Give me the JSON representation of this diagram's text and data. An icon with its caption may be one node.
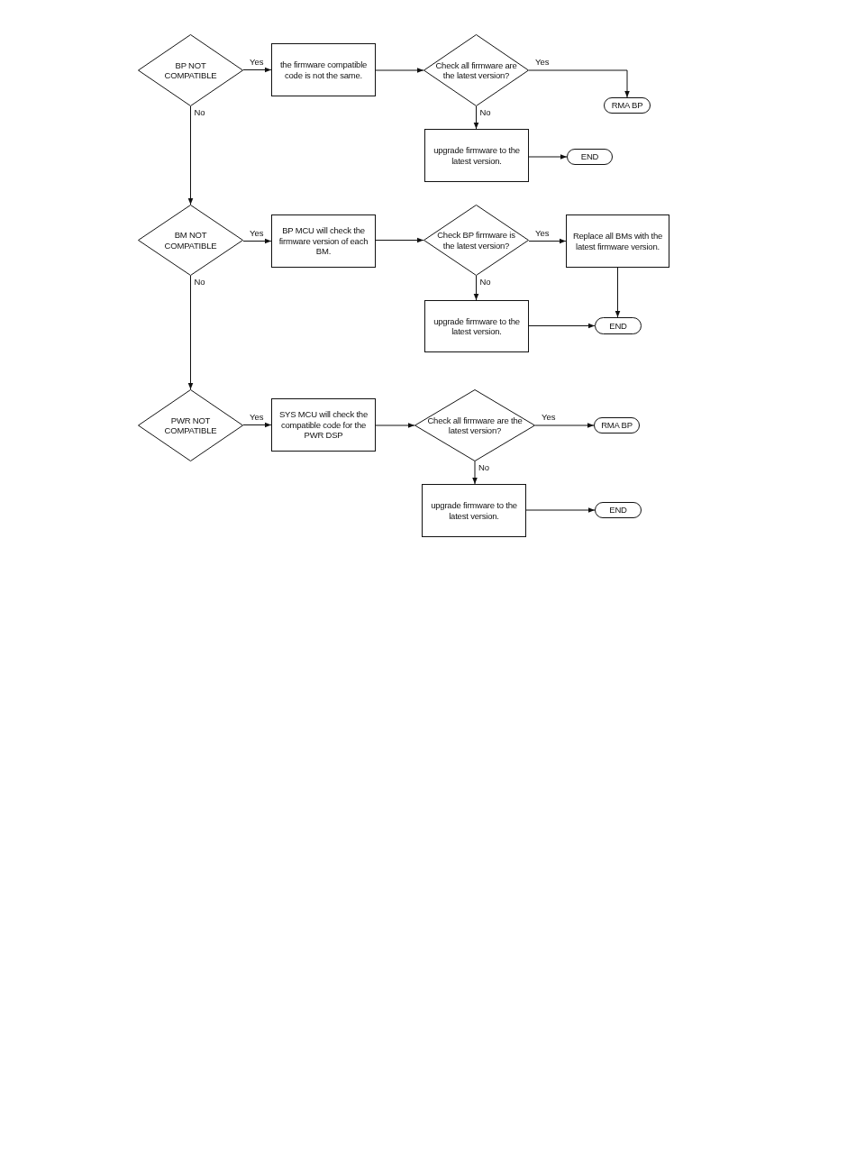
{
  "diagram": {
    "nodes": [
      {
        "text": [
          "BP NOT COMPATIBLE"
        ]
      },
      {
        "text": [
          "the firmware compatible code is not the same."
        ]
      },
      {
        "text": [
          "Check all firmware are the latest version?"
        ]
      },
      {
        "text": [
          "RMA BP"
        ]
      },
      {
        "text": [
          "upgrade firmware to the latest version."
        ]
      },
      {
        "text": [
          "END"
        ]
      },
      {
        "text": [
          "BM NOT COMPATIBLE"
        ]
      },
      {
        "text": [
          "BP MCU will check the firmware version of each BM."
        ]
      },
      {
        "text": [
          "Check BP firmware is the latest version?"
        ]
      },
      {
        "text": [
          "Replace all BMs with the latest firmware version."
        ]
      },
      {
        "text": [
          "upgrade firmware to the latest version."
        ]
      },
      {
        "text": [
          "END"
        ]
      },
      {
        "text": [
          "PWR NOT COMPATIBLE"
        ]
      },
      {
        "text": [
          "SYS MCU will check the compatible code for the PWR DSP"
        ]
      },
      {
        "text": [
          "Check all firmware are the latest version?"
        ]
      },
      {
        "text": [
          "RMA BP"
        ]
      },
      {
        "text": [
          "upgrade firmware to the latest version."
        ]
      },
      {
        "text": [
          "END"
        ]
      }
    ],
    "edges": [
      {
        "from": 0,
        "to": 1,
        "arrow": "to",
        "label": "Yes"
      },
      {
        "from": 1,
        "to": 2,
        "arrow": "to"
      },
      {
        "from": 2,
        "to": 3,
        "arrow": "to",
        "label": "Yes"
      },
      {
        "from": 2,
        "to": 4,
        "arrow": "to",
        "label": "No"
      },
      {
        "from": 4,
        "to": 5,
        "arrow": "to"
      },
      {
        "from": 0,
        "to": 6,
        "arrow": "to",
        "label": "No"
      },
      {
        "from": 6,
        "to": 7,
        "arrow": "to",
        "label": "Yes"
      },
      {
        "from": 7,
        "to": 8,
        "arrow": "to"
      },
      {
        "from": 8,
        "to": 9,
        "arrow": "to",
        "label": "Yes"
      },
      {
        "from": 8,
        "to": 10,
        "arrow": "to",
        "label": "No"
      },
      {
        "from": 10,
        "to": 11,
        "arrow": "to"
      },
      {
        "from": 9,
        "to": 11,
        "arrow": "to"
      },
      {
        "from": 6,
        "to": 12,
        "arrow": "to",
        "label": "No"
      },
      {
        "from": 12,
        "to": 13,
        "arrow": "to",
        "label": "Yes"
      },
      {
        "from": 13,
        "to": 14,
        "arrow": "to"
      },
      {
        "from": 14,
        "to": 15,
        "arrow": "to",
        "label": "Yes"
      },
      {
        "from": 14,
        "to": 16,
        "arrow": "to",
        "label": "No"
      },
      {
        "from": 16,
        "to": 17,
        "arrow": "to"
      }
    ]
  }
}
